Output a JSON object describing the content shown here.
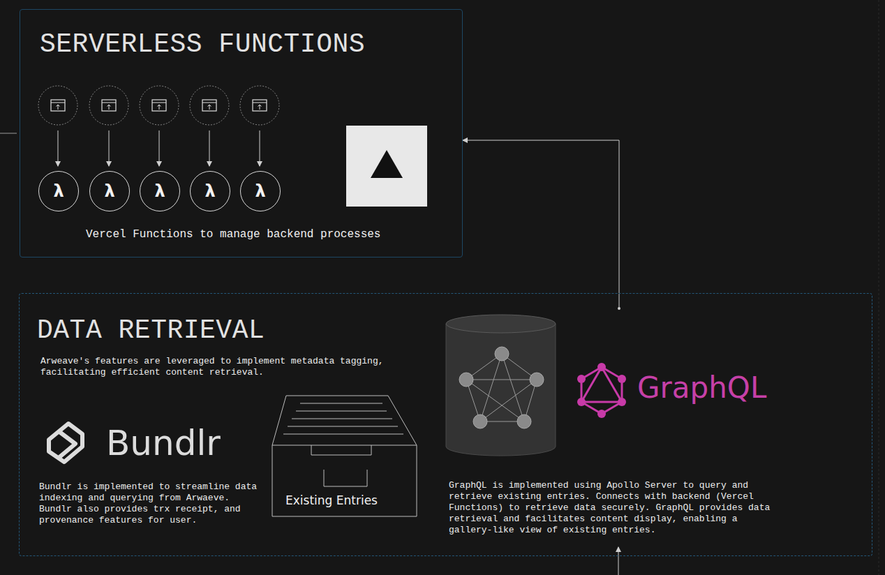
{
  "diagram": {
    "nodes": [
      {
        "text": [
          "SERVERLESS FUNCTIONS",
          "Vercel Functions to manage backend processes"
        ]
      },
      {
        "text": [
          "λ"
        ],
        "in": 0
      },
      {
        "text": [
          "λ"
        ],
        "in": 0
      },
      {
        "text": [
          "λ"
        ],
        "in": 0
      },
      {
        "text": [
          "λ"
        ],
        "in": 0
      },
      {
        "text": [
          "λ"
        ],
        "in": 0
      },
      {
        "text": [
          "DATA RETRIEVAL",
          "Arweave's features are leveraged to implement metadata tagging, facilitating efficient content retrieval.",
          "Bundlr is implemented to streamline data indexing and querying from Arwaeve. Bundlr also provides trx receipt, and provenance features for user.",
          "GraphQL is implemented using Apollo Server to query and retrieve existing entries. Connects with backend (Vercel Functions) to retrieve data securely. GraphQL provides data retrieval and facilitates content display, enabling a gallery-like view of existing entries."
        ]
      }
    ],
    "edges": [
      {
        "from": 6,
        "to": 0,
        "arrow": "to"
      }
    ],
    "labels": [
      "Bundlr",
      "Existing Entries",
      "GraphQL"
    ]
  }
}
